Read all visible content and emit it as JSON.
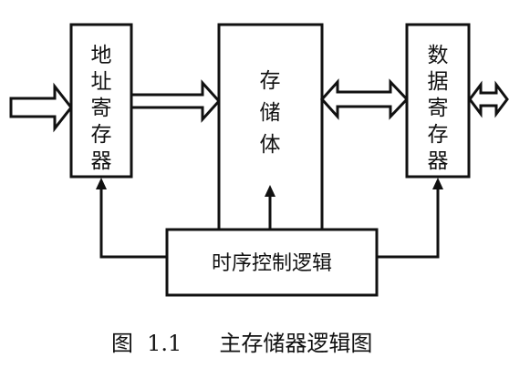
{
  "diagram": {
    "blocks": {
      "address_register": {
        "label": "地址寄存器"
      },
      "storage": {
        "label": "存储体"
      },
      "data_register": {
        "label": "数据寄存器"
      },
      "timing_control": {
        "label": "时序控制逻辑"
      }
    }
  },
  "caption": {
    "prefix": "图",
    "number": "1.1",
    "title": "主存储器逻辑图"
  }
}
